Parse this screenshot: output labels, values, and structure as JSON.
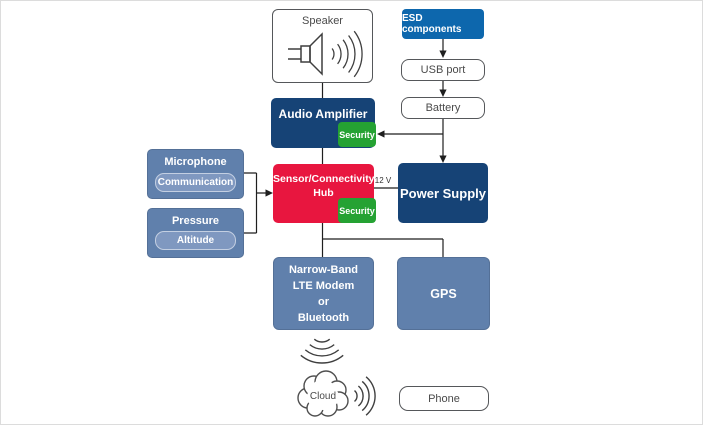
{
  "diagram": {
    "title_context": "Sensor and connectivity block diagram",
    "colors": {
      "navy": "#164376",
      "bright_blue": "#0d67ad",
      "red": "#e8163f",
      "green": "#25a233",
      "slate_blue": "#6080ac",
      "slate_light": "#7f98c0",
      "white_box_border": "#55575a",
      "connector_line": "#1f1f1f",
      "text_dark": "#4a4a4a"
    },
    "nodes": {
      "speaker": {
        "label": "Speaker"
      },
      "esd": {
        "label": "ESD components"
      },
      "usb": {
        "label": "USB port"
      },
      "battery": {
        "label": "Battery"
      },
      "audio_amplifier": {
        "label": "Audio Amplifier"
      },
      "security_audio": {
        "label": "Security"
      },
      "microphone": {
        "label": "Microphone",
        "sub_label": "Communication"
      },
      "pressure": {
        "label": "Pressure",
        "sub_label": "Altitude"
      },
      "hub": {
        "line1": "Sensor/Connectivity",
        "line2": "Hub"
      },
      "security_hub": {
        "label": "Security"
      },
      "power_supply": {
        "label": "Power Supply"
      },
      "modem": {
        "line1": "Narrow-Band",
        "line2": "LTE Modem",
        "line3": "or",
        "line4": "Bluetooth"
      },
      "gps": {
        "label": "GPS"
      },
      "cloud": {
        "label": "Cloud"
      },
      "phone": {
        "label": "Phone"
      }
    },
    "labels": {
      "voltage": "12 V"
    }
  }
}
